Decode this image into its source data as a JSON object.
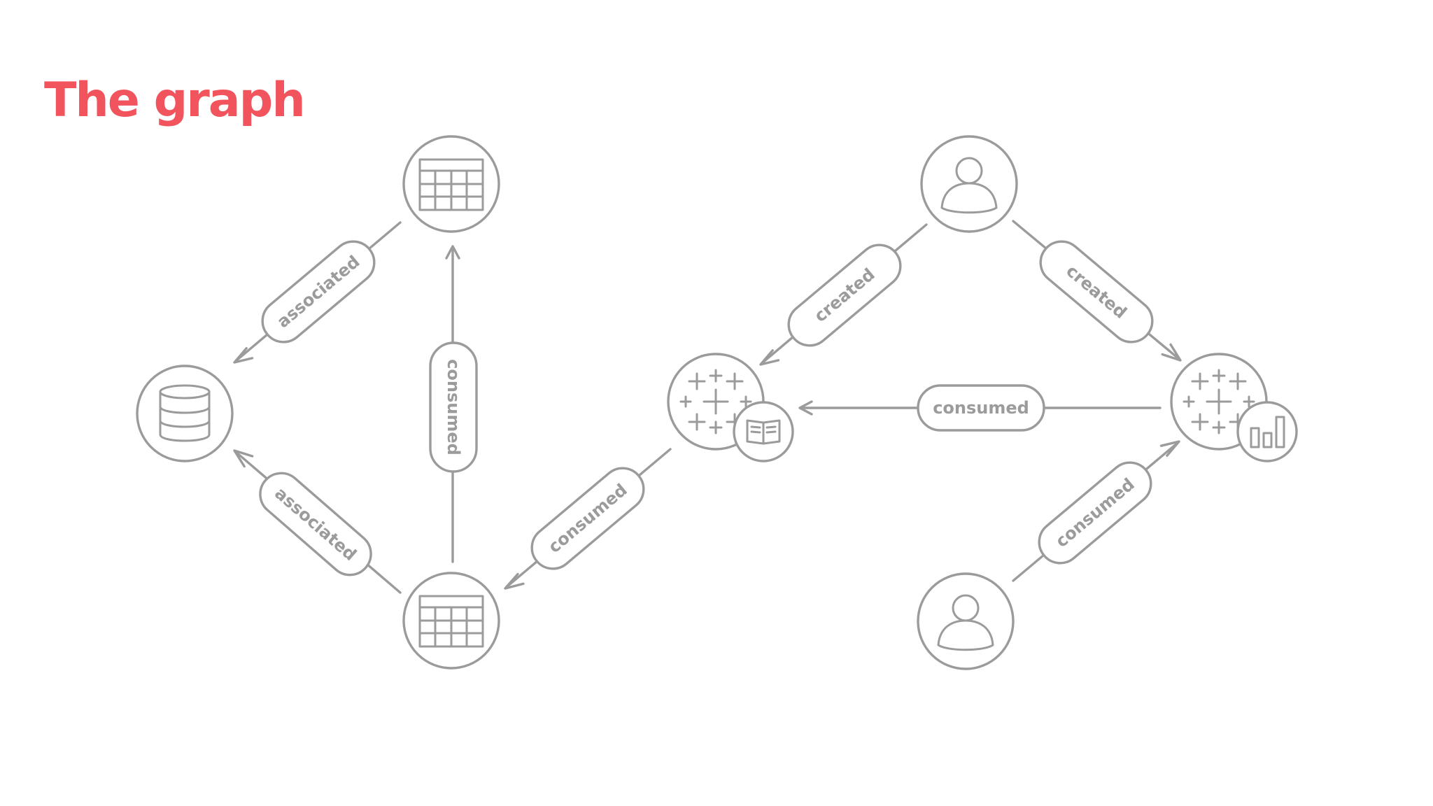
{
  "slide": {
    "title": "The graph"
  },
  "colors": {
    "title": "#f1545d",
    "diagram_stroke": "#9b9b9b",
    "label_text": "#9b9b9b",
    "background": "#ffffff"
  },
  "nodes": [
    {
      "id": "database",
      "icon": "database-icon"
    },
    {
      "id": "table-top",
      "icon": "table-icon"
    },
    {
      "id": "table-bottom",
      "icon": "table-icon"
    },
    {
      "id": "workbook",
      "icon": "tableau-logo-icon",
      "badge": "book-icon"
    },
    {
      "id": "user-top",
      "icon": "user-icon"
    },
    {
      "id": "user-bottom",
      "icon": "user-icon"
    },
    {
      "id": "dashboard",
      "icon": "tableau-logo-icon",
      "badge": "bar-chart-icon"
    }
  ],
  "edges": [
    {
      "from": "table-top",
      "to": "database",
      "label": "associated"
    },
    {
      "from": "table-bottom",
      "to": "database",
      "label": "associated"
    },
    {
      "from": "table-bottom",
      "to": "table-top",
      "label": "consumed"
    },
    {
      "from": "workbook",
      "to": "table-bottom",
      "label": "consumed"
    },
    {
      "from": "user-top",
      "to": "workbook",
      "label": "created"
    },
    {
      "from": "user-top",
      "to": "dashboard",
      "label": "created"
    },
    {
      "from": "dashboard",
      "to": "workbook",
      "label": "consumed"
    },
    {
      "from": "user-bottom",
      "to": "dashboard",
      "label": "consumed"
    }
  ]
}
